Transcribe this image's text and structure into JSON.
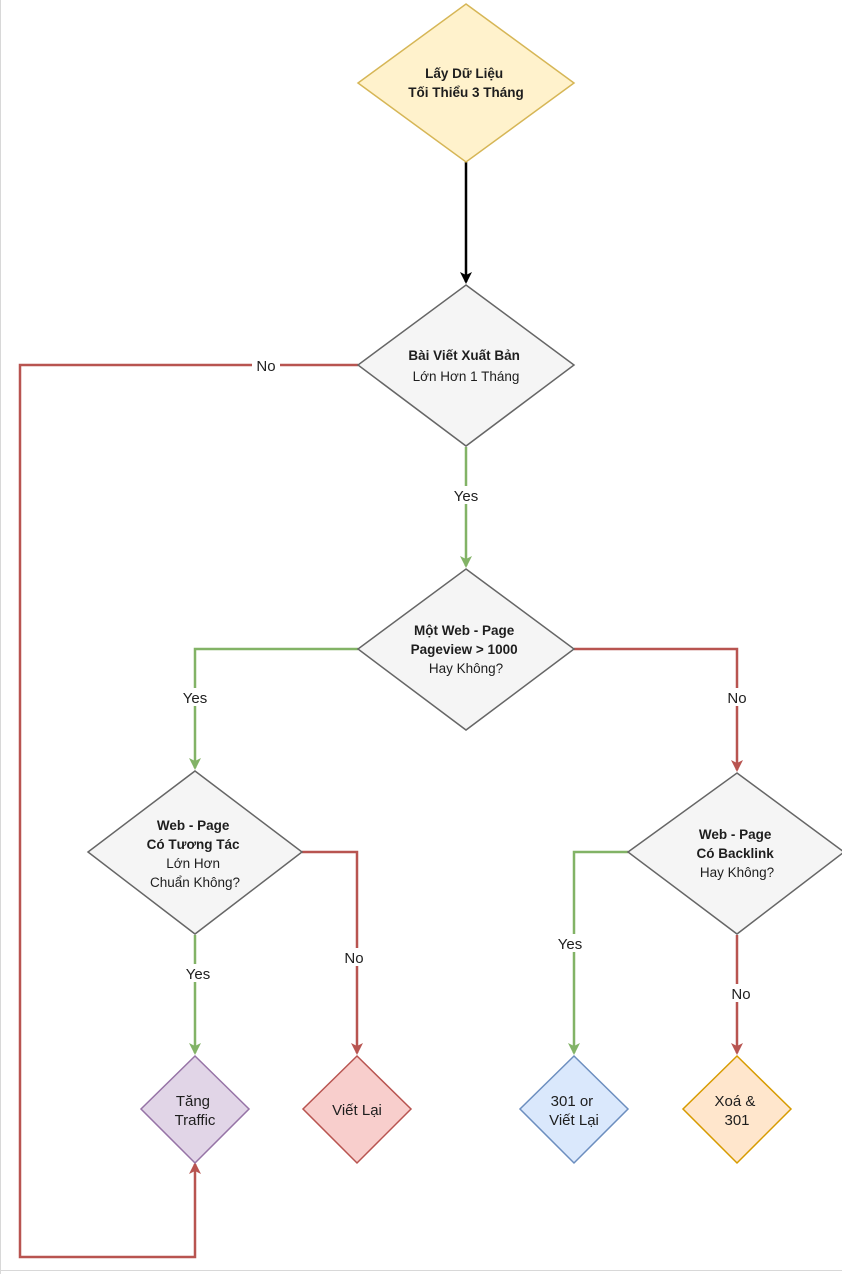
{
  "nodes": {
    "start": {
      "lines": [
        "Lấy Dữ Liệu",
        "Tối Thiểu 3 Tháng"
      ],
      "fill": "#fff2cc",
      "stroke": "#d6b656"
    },
    "published": {
      "lines": [
        "Bài Viết Xuất Bản",
        "Lớn Hơn 1 Tháng"
      ],
      "fill": "#f5f5f5",
      "stroke": "#666666"
    },
    "pageview": {
      "lines": [
        "Một Web - Page",
        "Pageview > 1000",
        "Hay Không?"
      ],
      "fill": "#f5f5f5",
      "stroke": "#666666"
    },
    "engagement": {
      "lines": [
        "Web - Page",
        "Có Tương Tác",
        "Lớn Hơn",
        "Chuẩn Không?"
      ],
      "fill": "#f5f5f5",
      "stroke": "#666666"
    },
    "backlink": {
      "lines": [
        "Web - Page",
        "Có Backlink",
        "Hay Không?"
      ],
      "fill": "#f5f5f5",
      "stroke": "#666666"
    },
    "increase_traffic": {
      "lines": [
        "Tăng",
        "Traffic"
      ],
      "fill": "#e1d5e7",
      "stroke": "#9673a6"
    },
    "rewrite": {
      "lines": [
        "Viết Lại"
      ],
      "fill": "#f8cecc",
      "stroke": "#b85450"
    },
    "redirect_or_rewrite": {
      "lines": [
        "301 or",
        "Viết Lại"
      ],
      "fill": "#dae8fc",
      "stroke": "#6c8ebf"
    },
    "delete_redirect": {
      "lines": [
        "Xoá &",
        "301"
      ],
      "fill": "#ffe6cc",
      "stroke": "#d79b00"
    }
  },
  "edge_labels": {
    "published_no": "No",
    "published_yes": "Yes",
    "pageview_yes": "Yes",
    "pageview_no": "No",
    "engagement_yes": "Yes",
    "engagement_no": "No",
    "backlink_yes": "Yes",
    "backlink_no": "No"
  },
  "colors": {
    "yes_edge": "#82b366",
    "no_edge": "#b85450",
    "start_edge": "#000000"
  }
}
